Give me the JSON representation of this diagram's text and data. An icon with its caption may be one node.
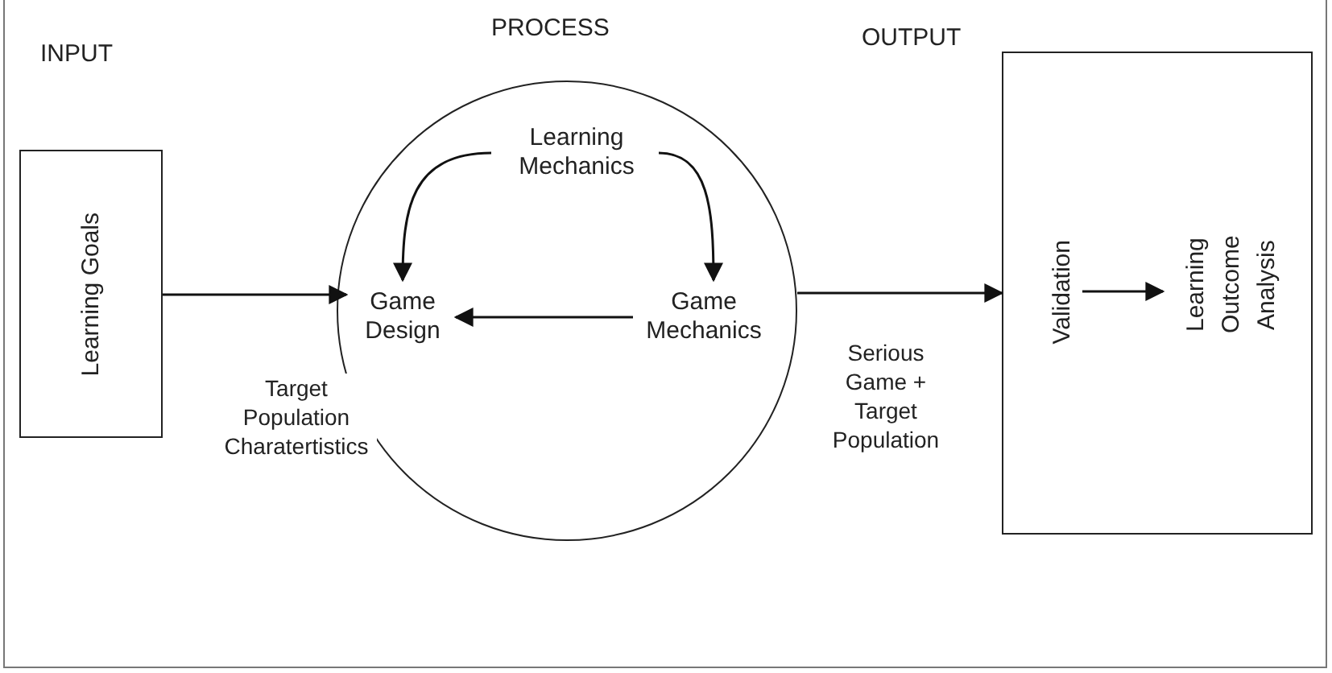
{
  "diagram": {
    "nodes": [
      {
        "text": [
          "Learning Goals"
        ]
      },
      {
        "text": [
          "PROCESS"
        ]
      },
      {
        "text": [
          "Learning Mechanics"
        ],
        "in": 1
      },
      {
        "text": [
          "Game Design"
        ],
        "in": 1
      },
      {
        "text": [
          "Game Mechanics"
        ],
        "in": 1
      },
      {
        "text": [
          "OUTPUT"
        ]
      },
      {
        "text": [
          "Validation"
        ],
        "in": 5
      },
      {
        "text": [
          "Learning Outcome Analysis"
        ],
        "in": 5
      }
    ],
    "edges": [
      {
        "from": 0,
        "to": 3,
        "arrow": "to",
        "label": "Target Population Charatertistics"
      },
      {
        "from": 2,
        "to": 3,
        "arrow": "to"
      },
      {
        "from": 2,
        "to": 4,
        "arrow": "to"
      },
      {
        "from": 4,
        "to": 3,
        "arrow": "to"
      },
      {
        "from": 1,
        "to": 5,
        "arrow": "to",
        "label": "Serious Game + Target Population"
      },
      {
        "from": 6,
        "to": 7,
        "arrow": "to"
      }
    ],
    "labels": [
      "INPUT"
    ]
  }
}
